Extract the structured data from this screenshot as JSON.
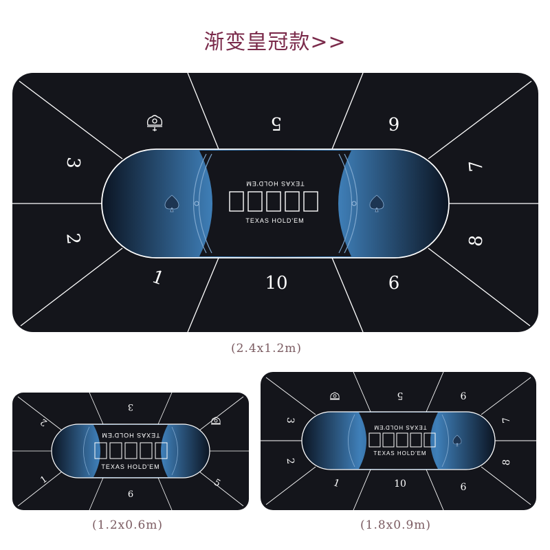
{
  "page": {
    "title": "渐变皇冠款>>",
    "title_color": "#7a2a4a"
  },
  "colors": {
    "felt": "#14151b",
    "line": "#ffffff",
    "blue_dark": "#0b1422",
    "blue_light": "#3f7fb8",
    "caption": "#7a5a60"
  },
  "large_mat": {
    "size_label": "(2.4x1.2m)",
    "brand_text": "TEXAS HOLD'EM",
    "crown_icon": "crown-icon",
    "seats": [
      "1",
      "2",
      "3",
      "5",
      "6",
      "7",
      "8",
      "6",
      "10"
    ]
  },
  "small_mat": {
    "size_label": "(1.2x0.6m)",
    "brand_text": "TEXAS HOLD'EM",
    "crown_icon": "crown-icon",
    "seats": [
      "1",
      "2",
      "3",
      "5",
      "6"
    ]
  },
  "medium_mat": {
    "size_label": "(1.8x0.9m)",
    "brand_text": "TEXAS HOLD'EM",
    "crown_icon": "crown-icon",
    "seats": [
      "1",
      "2",
      "3",
      "5",
      "6",
      "7",
      "8",
      "6",
      "10"
    ]
  }
}
